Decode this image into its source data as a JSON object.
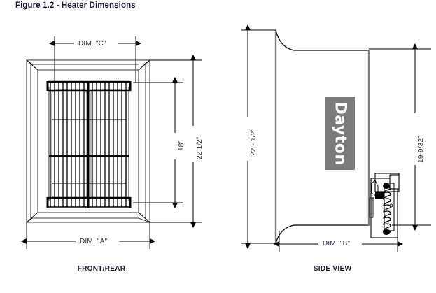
{
  "figure": {
    "title": "Figure 1.2 - Heater Dimensions"
  },
  "views": {
    "front": {
      "caption": "FRONT/REAR",
      "dimensions": {
        "width_callout": "DIM. \"A\"",
        "grille_width_callout": "DIM. \"C\"",
        "grille_height": "18”",
        "overall_height": "22 1/2”"
      }
    },
    "side": {
      "caption": "SIDE VIEW",
      "brand_label": "Dayton",
      "dimensions": {
        "depth_callout": "DIM. \"B\"",
        "overall_height": "22 - 1/2”",
        "body_height": "19-9/32”"
      }
    }
  },
  "colors": {
    "line": "#000000",
    "outline_gray": "#808080",
    "dimension_text": "#2b2b3d",
    "title_text": "#1a1a2e",
    "badge_background": "#7b7b7b",
    "badge_text": "#ffffff",
    "page_background": "#ffffff"
  }
}
